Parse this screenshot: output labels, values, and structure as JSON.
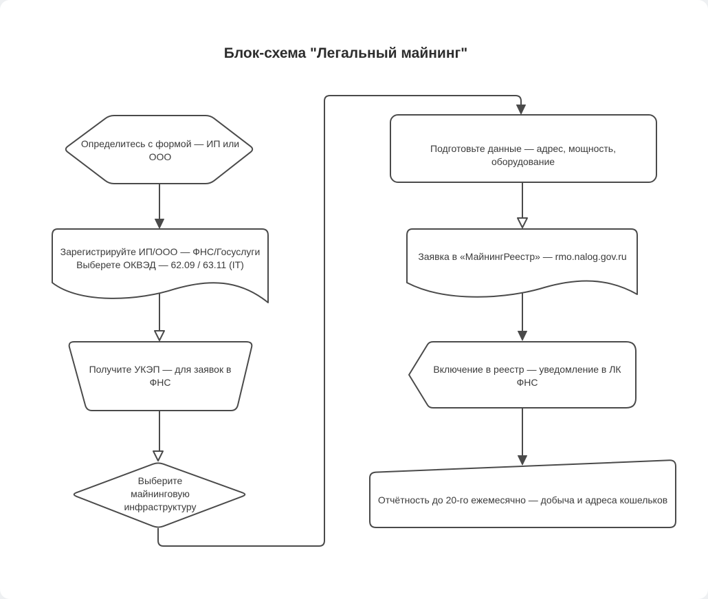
{
  "title": "Блок-схема \"Легальный майнинг\"",
  "colors": {
    "stroke": "#4a4a4a",
    "text": "#3a3a3a",
    "title_text": "#2d2d2d",
    "canvas_background": "#ffffff",
    "page_background": "#eef0f2"
  },
  "nodes": [
    {
      "id": "choose-form",
      "shape": "hexagon",
      "label": "Определитесь с формой — ИП или\nООО"
    },
    {
      "id": "register",
      "shape": "document",
      "label": "Зарегистрируйте ИП/ООО — ФНС/Госуслуги\nВыберете ОКВЭД — 62.09 / 63.11 (IT)"
    },
    {
      "id": "get-ukep",
      "shape": "trapezoid",
      "label": "Получите УКЭП — для заявок в\nФНС"
    },
    {
      "id": "choose-infrastructure",
      "shape": "decision-diamond",
      "label": "Выберите\nмайнинговую\nинфраструктуру"
    },
    {
      "id": "prepare-data",
      "shape": "rounded-rectangle",
      "label": "Подготовьте данные — адрес, мощность, оборудование"
    },
    {
      "id": "registry-application",
      "shape": "document",
      "label": "Заявка в «МайнингРеестр» — rmo.nalog.gov.ru"
    },
    {
      "id": "registry-inclusion",
      "shape": "pentagon-left",
      "label": "Включение в реестр — уведомление в ЛК\nФНС"
    },
    {
      "id": "monthly-reporting",
      "shape": "card-slanted-top",
      "label": "Отчётность до 20-го ежемесячно — добыча и адреса кошельков"
    }
  ],
  "edges": [
    {
      "from": "choose-form",
      "to": "register",
      "arrowhead": "solid",
      "route": "straight-down"
    },
    {
      "from": "register",
      "to": "get-ukep",
      "arrowhead": "open",
      "route": "straight-down"
    },
    {
      "from": "get-ukep",
      "to": "choose-infrastructure",
      "arrowhead": "open",
      "route": "straight-down"
    },
    {
      "from": "choose-infrastructure",
      "to": "prepare-data",
      "arrowhead": "solid",
      "route": "down-right-up-right-down"
    },
    {
      "from": "prepare-data",
      "to": "registry-application",
      "arrowhead": "open",
      "route": "straight-down"
    },
    {
      "from": "registry-application",
      "to": "registry-inclusion",
      "arrowhead": "solid",
      "route": "straight-down"
    },
    {
      "from": "registry-inclusion",
      "to": "monthly-reporting",
      "arrowhead": "solid",
      "route": "straight-down"
    }
  ]
}
